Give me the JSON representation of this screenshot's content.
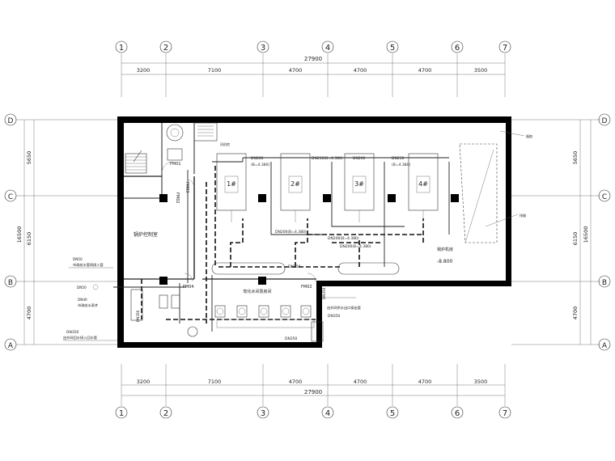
{
  "grid_top": [
    "1",
    "2",
    "3",
    "4",
    "5",
    "6",
    "7"
  ],
  "grid_bottom": [
    "1",
    "2",
    "3",
    "4",
    "5",
    "6",
    "7"
  ],
  "grid_left": [
    "D",
    "C",
    "B",
    "A"
  ],
  "grid_right": [
    "D",
    "C",
    "B",
    "A"
  ],
  "dims_top": {
    "total": "27900",
    "segments": [
      "3200",
      "7100",
      "4700",
      "4700",
      "4700",
      "3500"
    ]
  },
  "dims_bottom": {
    "total": "27900",
    "segments": [
      "3200",
      "7100",
      "4700",
      "4700",
      "4700",
      "3500"
    ]
  },
  "dims_left": {
    "total": "16500",
    "segments": [
      "5650",
      "6150",
      "4700"
    ]
  },
  "dims_right": {
    "total": "16500",
    "segments": [
      "5650",
      "6150",
      "4700"
    ]
  },
  "rooms": {
    "control": "锅炉控制室",
    "pump": "软化水间泵房间",
    "boiler": "锅炉机房"
  },
  "elevation": "-8.800",
  "boilers": [
    "1#",
    "2#",
    "3#",
    "4#"
  ],
  "doors": [
    "FM01",
    "FM02",
    "FM03",
    "FM04",
    "FM02"
  ],
  "pipes": {
    "dn200_1": "DN200",
    "dn250": "DN250(B=4.380)",
    "dn200_2": "DN200",
    "dn250_2": "DN250",
    "b_4380_1": "(B=4.380)",
    "b_4380_2": "(B=4.380)",
    "dn200_b_1": "DN200(B=4.380)",
    "dn200_b_2": "DN200(B=4.380)",
    "dn200_b_3": "DN200(B=4.380)",
    "dn50": "DN50",
    "dn350_1": "DN350",
    "dn350_2": "DN350",
    "dn350_3": "DN350",
    "dn350_4": "DN350"
  },
  "notes": {
    "water_inlet": "市政给水管网接入管",
    "water_inlet_size": "DN50",
    "meter": "DN40",
    "meter_note": "市政给水表井",
    "return_in": "DN350",
    "return_note": "由外网回水接入回水管",
    "supply_out": "由外网供水出口接出管",
    "supply_size": "DN350",
    "exhaust": "风机房",
    "top_right": "烟囱",
    "right_note": "排烟"
  }
}
